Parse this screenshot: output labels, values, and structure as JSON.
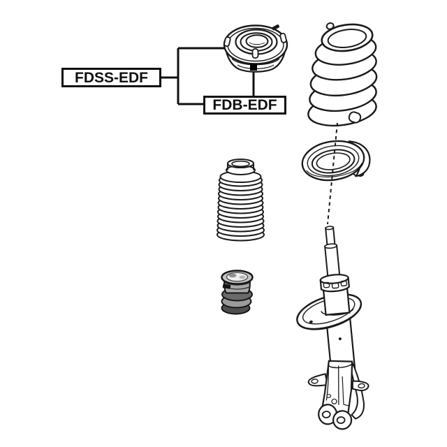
{
  "diagram": {
    "type": "exploded-parts-diagram",
    "parts": [
      "strut-mount",
      "strut-mount-bearing",
      "coil-spring",
      "spring-seat",
      "dust-boot",
      "bump-stop",
      "shock-absorber-strut",
      "strut-bracket"
    ]
  },
  "callouts": [
    {
      "id": "fdss",
      "label": "FDSS-EDF",
      "target": "strut-mount"
    },
    {
      "id": "fdb",
      "label": "FDB-EDF",
      "target": "strut-mount-bearing"
    }
  ],
  "colors": {
    "background": "#ffffff",
    "line": "#1a1a1a",
    "label_border": "#101010",
    "label_text": "#101010",
    "marker": "#000000",
    "bump_stop_dark": "#4f4f4f",
    "bump_stop_mid": "#9b9b9b",
    "bump_stop_light": "#c4c4c4"
  }
}
